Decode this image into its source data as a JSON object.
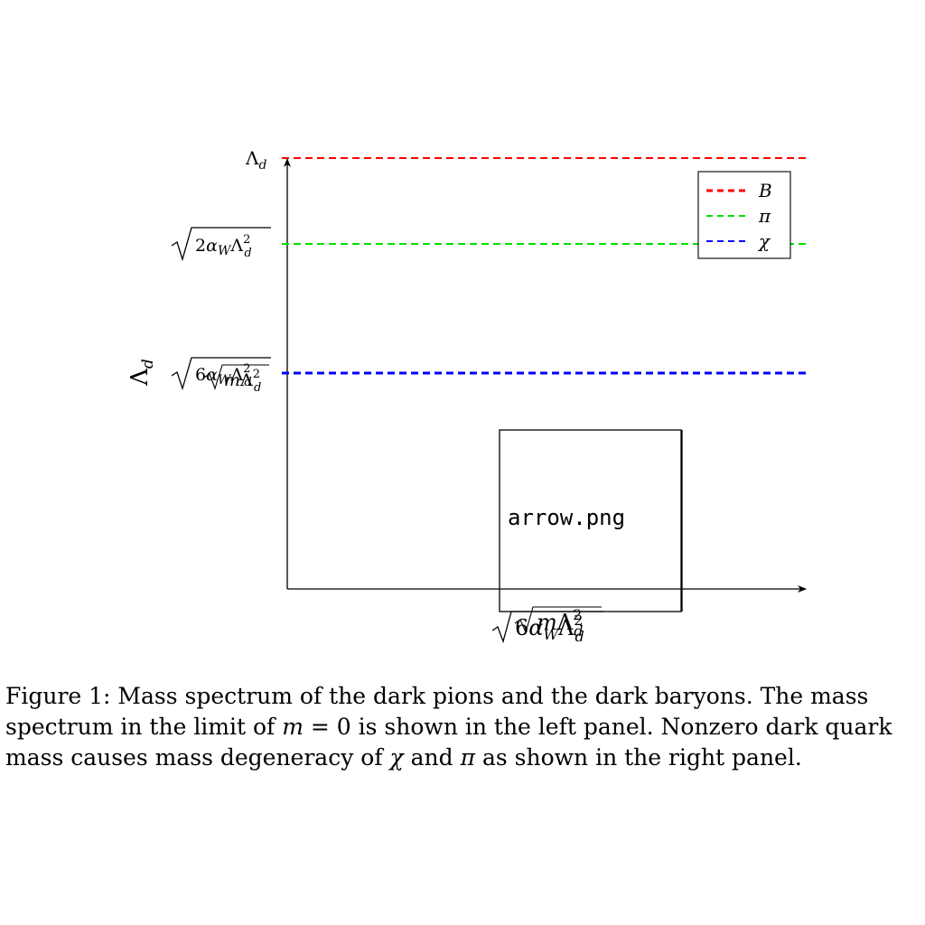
{
  "chart_data": {
    "type": "line",
    "ylabel": "Λ_d",
    "xlabel": "",
    "levels": [
      {
        "name": "B",
        "color": "#ff0000",
        "label": "Λd",
        "label_base": "Λ",
        "label_sub": "d"
      },
      {
        "name": "π",
        "color": "#00e000",
        "label": "√(2αW Λd²)"
      },
      {
        "name": "χ",
        "color": "#0000ff",
        "label": "√(6αW Λd²) / √(m Λd²)"
      }
    ],
    "x_tick_label": "√(6αW Λd²) / √(m Λd²)",
    "legend_position": "top-right",
    "image_placeholder": "arrow.png"
  },
  "caption": {
    "lines": [
      [
        {
          "t": "Figure 1: Mass spectrum of the dark pions and the dark baryons. The mass"
        }
      ],
      [
        {
          "t": "spectrum in the limit of "
        },
        {
          "t": "m",
          "math": true
        },
        {
          "t": " = 0 is shown in the left panel. Nonzero dark quark"
        }
      ],
      [
        {
          "t": "mass causes mass degeneracy of "
        },
        {
          "t": "χ",
          "math": true
        },
        {
          "t": " and "
        },
        {
          "t": "π",
          "math": true
        },
        {
          "t": " as shown in the right panel."
        }
      ]
    ]
  }
}
